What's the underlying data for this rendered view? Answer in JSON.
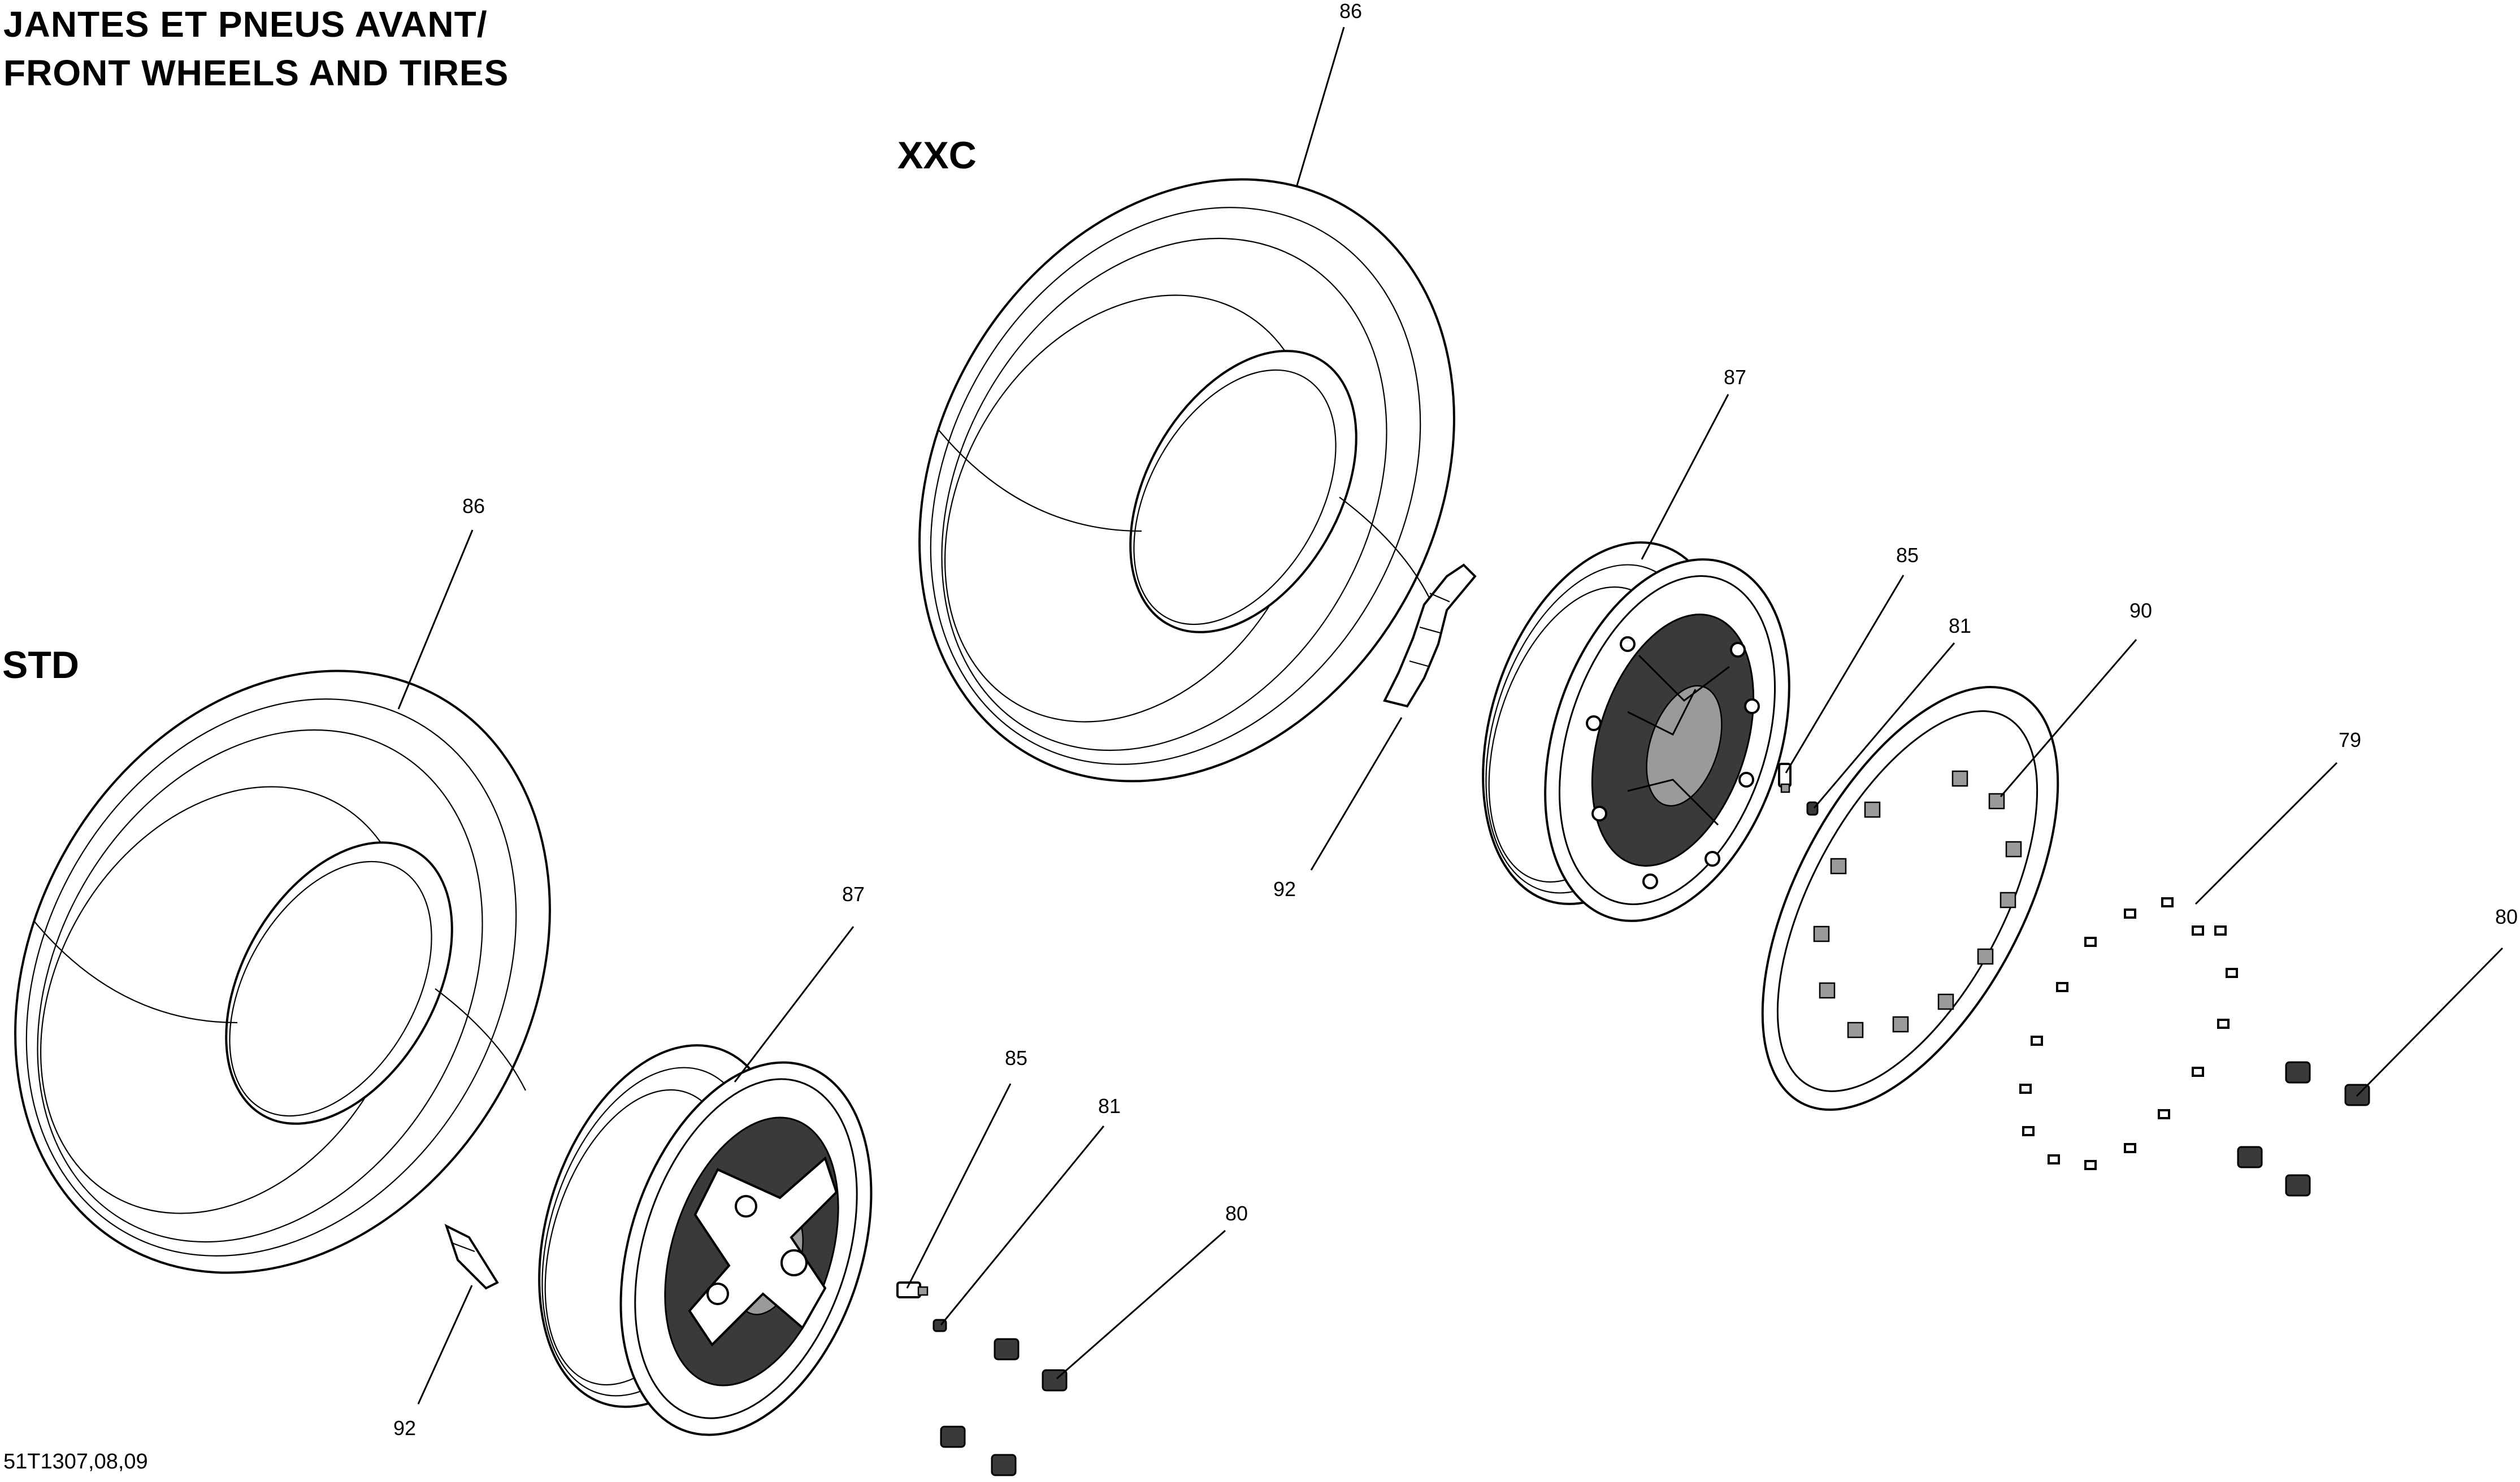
{
  "title": {
    "line1": "JANTES ET PNEUS AVANT/",
    "line2": "FRONT WHEELS AND TIRES"
  },
  "variants": {
    "std": "STD",
    "xxc": "XXC"
  },
  "drawing_code": "51T1307,08,09",
  "callouts": {
    "xxc_tire": "86",
    "xxc_rim": "87",
    "xxc_valve": "85",
    "xxc_cap": "81",
    "xxc_ring": "90",
    "xxc_screws": "79",
    "xxc_nut": "80",
    "xxc_weight": "92",
    "std_tire": "86",
    "std_rim": "87",
    "std_valve": "85",
    "std_cap": "81",
    "std_nut": "80",
    "std_weight": "92"
  }
}
